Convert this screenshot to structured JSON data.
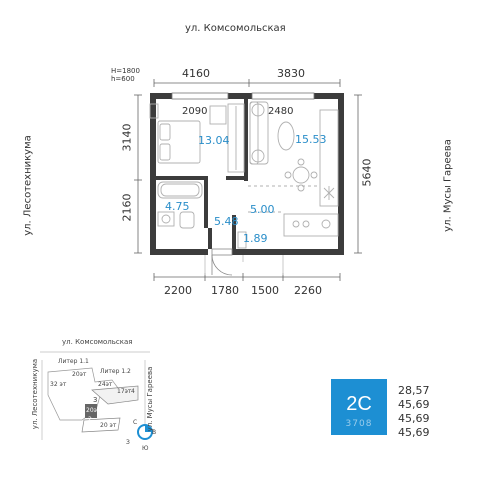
{
  "streets": {
    "top": "ул. Комсомольская",
    "left": "ул. Лесотехникума",
    "right": "ул. Мусы Гареева"
  },
  "window_heights": {
    "h1": "H=1800",
    "h2": "h=600"
  },
  "dimensions": {
    "top": [
      "4160",
      "3830"
    ],
    "left": [
      "3140",
      "2160"
    ],
    "right": "5640",
    "bottom": [
      "2200",
      "1780",
      "1500",
      "2260"
    ]
  },
  "rooms": [
    {
      "area": "13.04",
      "dim": "2090"
    },
    {
      "area": "15.53",
      "dim": "2480"
    },
    {
      "area": "4.75"
    },
    {
      "area": "5.48"
    },
    {
      "area": "5.00"
    },
    {
      "area": "1.89"
    }
  ],
  "site_plan": {
    "street_top": "ул. Комсомольская",
    "street_left": "ул. Лесотехникума",
    "street_right": "ул. Мусы Гареева",
    "labels": [
      "Литер 1.1",
      "Литер 1.2",
      "20эт",
      "32 эт",
      "24эт",
      "17эт",
      "4",
      "3",
      "20эт",
      "20 эт",
      "2"
    ],
    "compass": [
      "С",
      "В",
      "Ю",
      "З"
    ]
  },
  "apartment": {
    "type": "2С",
    "code": "3708",
    "areas": [
      "28,57",
      "45,69",
      "45,69",
      "45,69"
    ]
  },
  "colors": {
    "wall": "#3c3c3c",
    "accent": "#1d8fd3",
    "area_text": "#2a8ec9",
    "furniture": "#b0b0b0"
  }
}
